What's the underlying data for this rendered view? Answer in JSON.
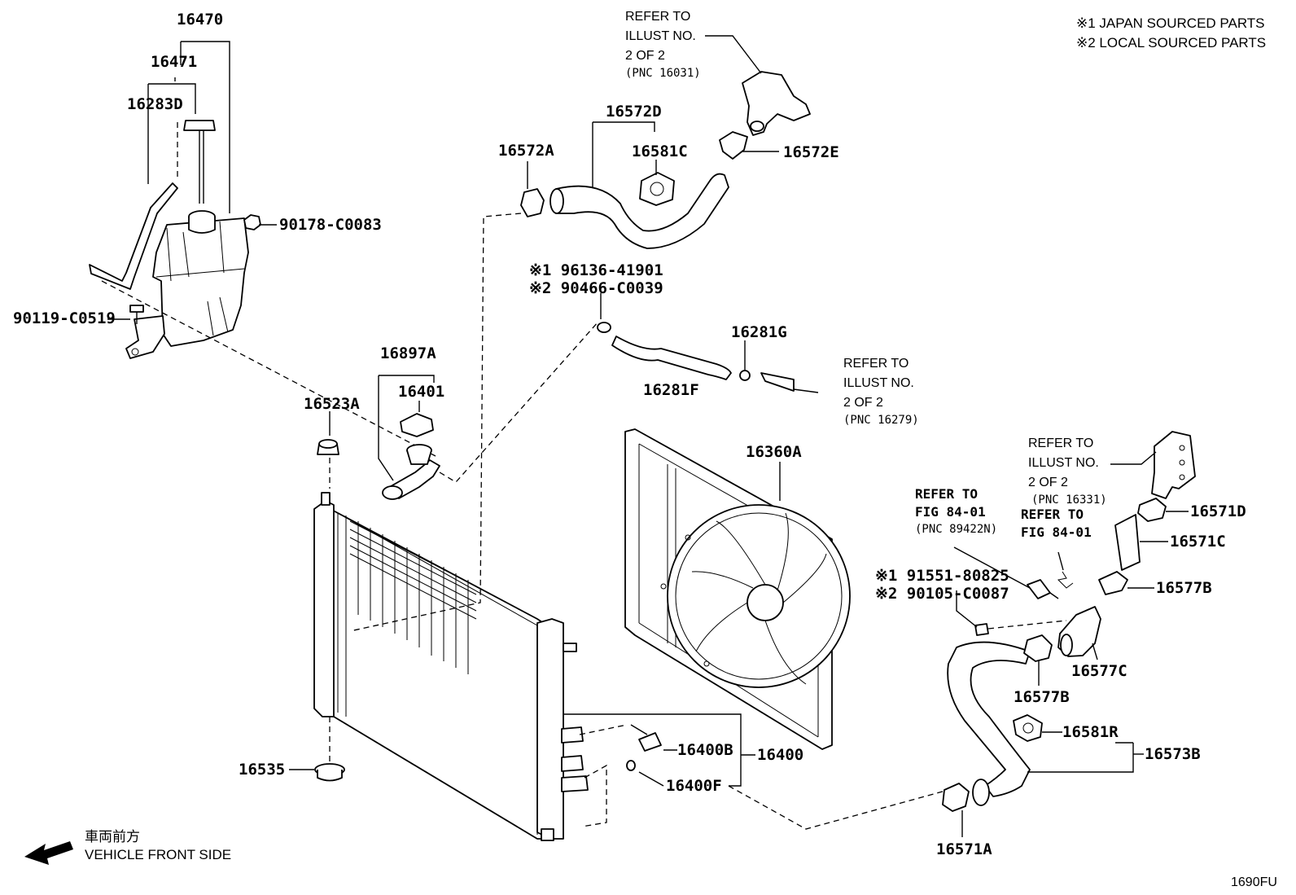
{
  "legend": {
    "item1": "※1 JAPAN SOURCED PARTS",
    "item2": "※2 LOCAL SOURCED PARTS"
  },
  "parts": {
    "p16470": "16470",
    "p16471": "16471",
    "p16283D": "16283D",
    "p90178": "90178-C0083",
    "p90119": "90119-C0519",
    "p16523A": "16523A",
    "p16897A": "16897A",
    "p16401": "16401",
    "p16535": "16535",
    "p16572D": "16572D",
    "p16572A": "16572A",
    "p16581C": "16581C",
    "p16572E": "16572E",
    "p96136": "※1 96136-41901",
    "p90466": "※2 90466-C0039",
    "p16281G": "16281G",
    "p16281F": "16281F",
    "p16360A": "16360A",
    "p16400B": "16400B",
    "p16400": "16400",
    "p16400F": "16400F",
    "p91551": "※1 91551-80825",
    "p90105": "※2 90105-C0087",
    "p16571D": "16571D",
    "p16571C": "16571C",
    "p16577B_1": "16577B",
    "p16577B_2": "16577B",
    "p16577C": "16577C",
    "p16581R": "16581R",
    "p16573B": "16573B",
    "p16571A": "16571A"
  },
  "refs": {
    "ref1": [
      "REFER TO",
      "ILLUST NO.",
      "2 OF 2",
      "(PNC 16031)"
    ],
    "ref2": [
      "REFER TO",
      "ILLUST NO.",
      "2 OF 2",
      "(PNC 16279)"
    ],
    "ref3": [
      "REFER TO",
      "ILLUST NO.",
      "2 OF 2",
      "(PNC 16331)"
    ],
    "ref4": [
      "REFER TO",
      "FIG 84-01",
      "(PNC 89422N)"
    ],
    "ref5": [
      "REFER TO",
      "FIG 84-01"
    ]
  },
  "vehicle_front": {
    "jp": "車両前方",
    "en": "VEHICLE FRONT SIDE"
  },
  "figure_id": "1690FU"
}
